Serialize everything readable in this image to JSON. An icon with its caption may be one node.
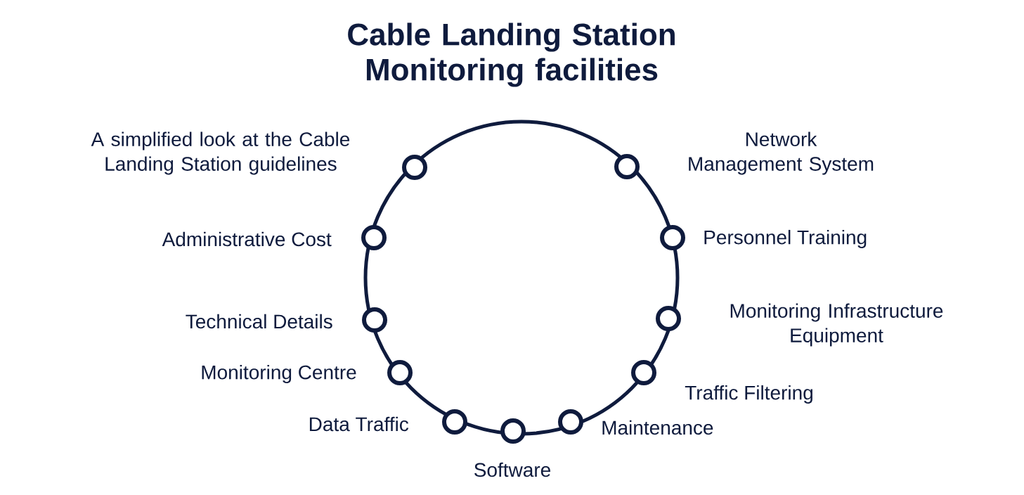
{
  "diagram": {
    "title": "Cable Landing Station Monitoring facilities",
    "nodes": [
      {
        "text": [],
        "shape": "circle",
        "beside": [
          "A simplified look at the Cable Landing Station guidelines"
        ]
      },
      {
        "text": [],
        "shape": "circle",
        "beside": [
          "Network Management System"
        ]
      },
      {
        "text": [],
        "shape": "circle",
        "beside": [
          "Administrative Cost"
        ]
      },
      {
        "text": [],
        "shape": "circle",
        "beside": [
          "Personnel Training"
        ]
      },
      {
        "text": [],
        "shape": "circle",
        "beside": [
          "Technical Details"
        ]
      },
      {
        "text": [],
        "shape": "circle",
        "beside": [
          "Monitoring Infrastructure Equipment"
        ]
      },
      {
        "text": [],
        "shape": "circle",
        "beside": [
          "Monitoring Centre"
        ]
      },
      {
        "text": [],
        "shape": "circle",
        "beside": [
          "Traffic Filtering"
        ]
      },
      {
        "text": [],
        "shape": "circle",
        "beside": [
          "Data Traffic"
        ]
      },
      {
        "text": [],
        "shape": "circle",
        "beside": [
          "Maintenance"
        ]
      },
      {
        "text": [],
        "shape": "circle",
        "beside": [
          "Software"
        ]
      }
    ]
  }
}
